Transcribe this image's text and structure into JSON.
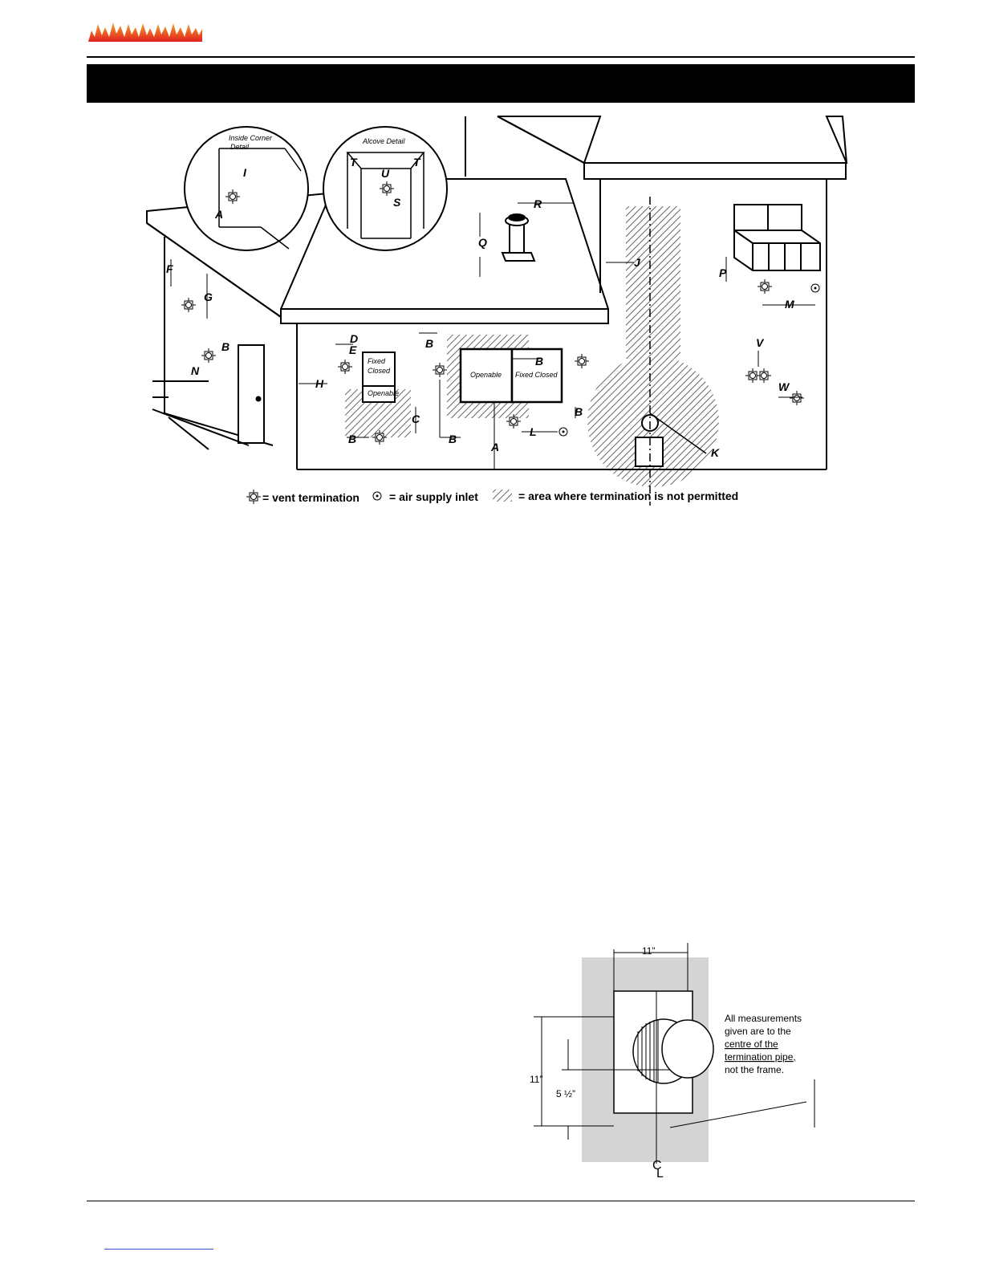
{
  "colors": {
    "logo_top": "#f6a623",
    "logo_bottom": "#e02020",
    "header_bar": "#000000",
    "hatch": "#666666",
    "wall_shade": "#d4d4d4"
  },
  "diagram": {
    "details": {
      "inside_corner_line1": "Inside Corner",
      "inside_corner_line2": "Detail",
      "alcove": "Alcove Detail"
    },
    "letters": {
      "A": "A",
      "B": "B",
      "C": "C",
      "D": "D",
      "E": "E",
      "F": "F",
      "G": "G",
      "H": "H",
      "I": "I",
      "J": "J",
      "K": "K",
      "L": "L",
      "M": "M",
      "N": "N",
      "P": "P",
      "Q": "Q",
      "R": "R",
      "S": "S",
      "T": "T",
      "U": "U",
      "V": "V",
      "W": "W"
    },
    "windows": {
      "fixed": "Fixed",
      "closed": "Closed",
      "openable": "Openable",
      "openable_large": "Openable",
      "fixed_closed": "Fixed Closed"
    },
    "legend": {
      "vent": "= vent termination",
      "air": "= air supply inlet",
      "area": "= area where termination is not permitted"
    }
  },
  "termination": {
    "width": "11”",
    "height": "11”",
    "half": "5 ½”",
    "cl_top": "C",
    "cl_bottom": "L",
    "note_lines": [
      "All measurements",
      "given are to the",
      "centre of the",
      "termination pipe,",
      "not the frame."
    ]
  }
}
